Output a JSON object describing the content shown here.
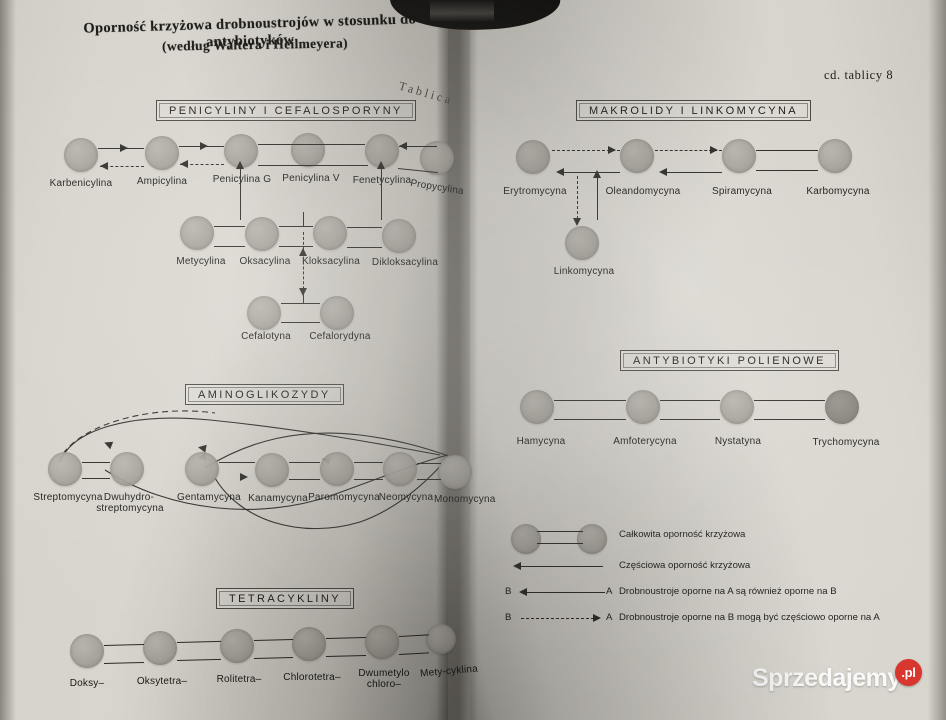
{
  "document": {
    "title_line1": "Oporność krzyżowa drobnoustrojów w stosunku do antybiotyków",
    "title_line2": "(według Waltera i Heilmeyera)",
    "table_label_curved": "Tablica",
    "continuation_note": "cd. tablicy 8"
  },
  "sections": {
    "penicillins": {
      "heading": "PENICYLINY I CEFALOSPORYNY",
      "row1": [
        "Karbenicylina",
        "Ampicylina",
        "Penicylina G",
        "Penicylina V",
        "Fenetycylina",
        "Propycylina"
      ],
      "row2": [
        "Metycylina",
        "Oksacylina",
        "Kloksacylina",
        "Dikloksacylina"
      ],
      "row3": [
        "Cefalotyna",
        "Cefalorydyna"
      ]
    },
    "aminoglycosides": {
      "heading": "AMINOGLIKOZYDY",
      "nodes": [
        "Streptomycyna",
        "Dwuhydro-",
        "streptomycyna",
        "Gentamycyna",
        "Kanamycyna",
        "Paromomycyna",
        "Neomycyna",
        "Monomycyna"
      ]
    },
    "tetracyclines": {
      "heading": "TETRACYKLINY",
      "nodes": [
        "Doksy–",
        "Oksytetra–",
        "Rolitetra–",
        "Chlorotetra–",
        "Dwumetylo",
        "chloro–",
        "Mety-cyklina"
      ]
    },
    "macrolides": {
      "heading": "MAKROLIDY I LINKOMYCYNA",
      "row1": [
        "Erytromycyna",
        "Oleandomycyna",
        "Spiramycyna",
        "Karbomycyna"
      ],
      "row2": [
        "Linkomycyna"
      ]
    },
    "polyenes": {
      "heading": "ANTYBIOTYKI  POLIENOWE",
      "nodes": [
        "Hamycyna",
        "Amfoterycyna",
        "Nystatyna",
        "Trychomycyna"
      ]
    }
  },
  "legend": {
    "items": [
      {
        "symbol": "node-line-node",
        "text": "Całkowita oporność  krzyżowa"
      },
      {
        "symbol": "solid-arrow-left",
        "text": "Częściowa oporność krzyżowa"
      },
      {
        "symbol": "b-solid-arrow-a",
        "text": "Drobnoustroje oporne na A są również oporne na B",
        "left": "B",
        "right": "A"
      },
      {
        "symbol": "b-dashed-arrow-a",
        "text": "Drobnoustroje oporne na B mogą być  częściowo oporne na A",
        "left": "B",
        "right": "A"
      }
    ]
  },
  "watermark": {
    "text": "Sprzedajemy",
    "badge": ".pl",
    "badge_color": "#d8342c"
  }
}
